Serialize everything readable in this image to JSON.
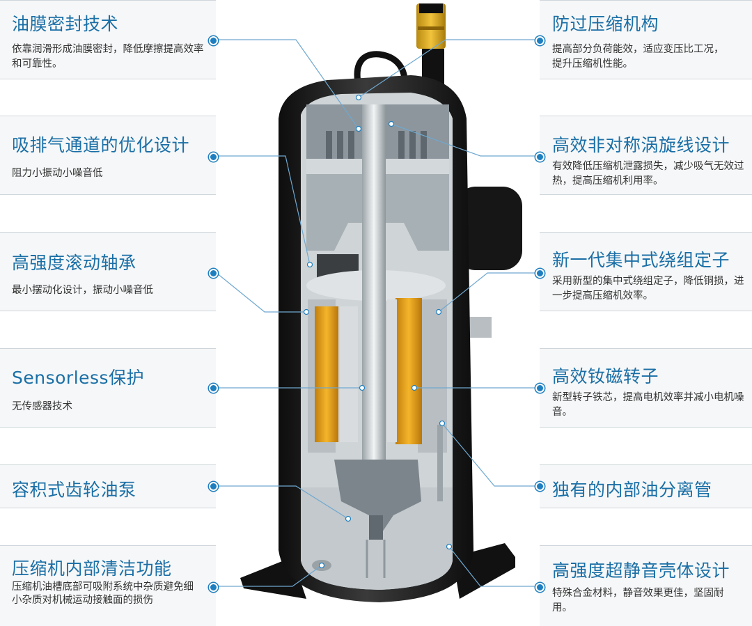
{
  "left": [
    {
      "title": "油膜密封技术",
      "desc": "依靠润滑形成油膜密封，降低摩擦提高效率和可靠性。"
    },
    {
      "title": "吸排气通道的优化设计",
      "desc": "阻力小振动小噪音低"
    },
    {
      "title": "高强度滚动轴承",
      "desc": "最小摆动化设计，振动小噪音低"
    },
    {
      "title": "Sensorless保护",
      "desc": "无传感器技术"
    },
    {
      "title": "容积式齿轮油泵",
      "desc": ""
    },
    {
      "title": "压缩机内部清洁功能",
      "desc": "压缩机油槽底部可吸附系统中杂质避免细小杂质对机械运动接触面的损伤"
    }
  ],
  "right": [
    {
      "title": "防过压缩机构",
      "desc": "提高部分负荷能效，适应变压比工况，提升压缩机性能。"
    },
    {
      "title": "高效非对称涡旋线设计",
      "desc": "有效降低压缩机泄露损失，减少吸气无效过热，提高压缩机利用率。"
    },
    {
      "title": "新一代集中式绕组定子",
      "desc": "采用新型的集中式绕组定子，降低铜损，进一步提高压缩机效率。"
    },
    {
      "title": "高效钕磁转子",
      "desc": "新型转子铁芯，提高电机效率并减小电机噪音。"
    },
    {
      "title": "独有的内部油分离管",
      "desc": ""
    },
    {
      "title": "高强度超静音壳体设计",
      "desc": "特殊合金材料，静音效果更佳，坚固耐用。"
    }
  ],
  "colors": {
    "accent": "#1a6fa6",
    "dot": "#1e7fc0",
    "shell": "#1b1b1b",
    "copper": "#e8a21a",
    "panel": "#f6f7f8"
  }
}
